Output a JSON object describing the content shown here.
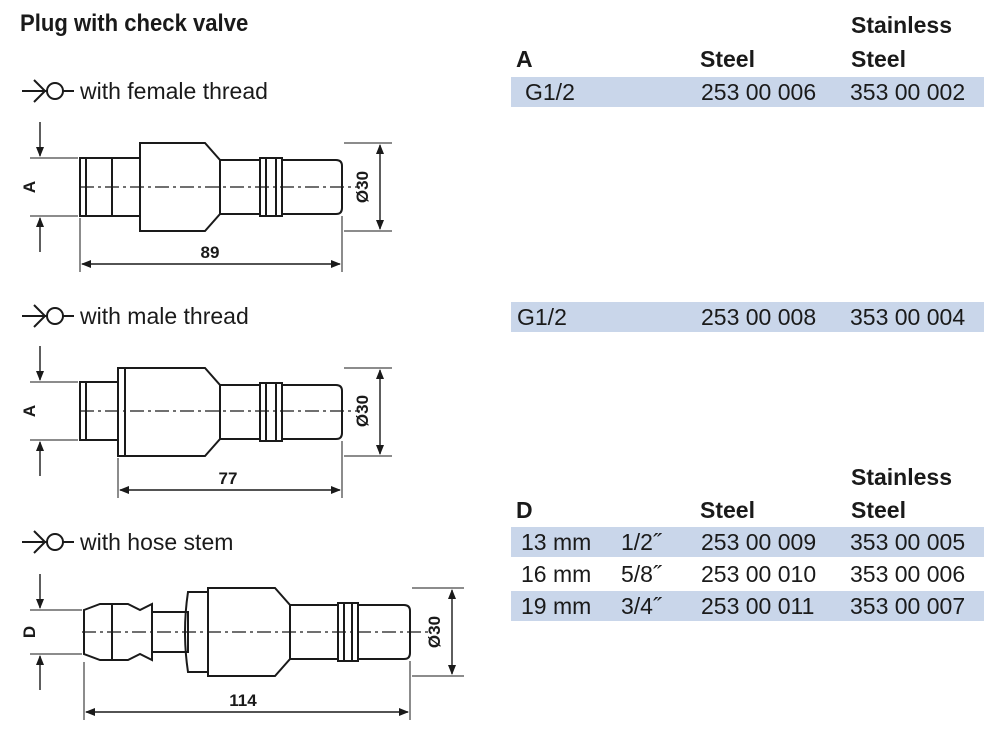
{
  "title": "Plug with check valve",
  "variants": {
    "female": {
      "label": "with female thread",
      "length": "89",
      "thread": "A",
      "diameter": "Ø30"
    },
    "male": {
      "label": "with male thread",
      "length": "77",
      "thread": "A",
      "diameter": "Ø30"
    },
    "hose": {
      "label": "with hose stem",
      "length": "114",
      "thread": "D",
      "diameter": "Ø30"
    }
  },
  "table1": {
    "header": {
      "col_a": "A",
      "steel": "Steel",
      "stainless_1": "Stainless",
      "stainless_2": "Steel"
    },
    "rows": [
      {
        "size": "G1/2",
        "steel": "253 00 006",
        "stainless": "353 00 002"
      }
    ]
  },
  "table2": {
    "rows": [
      {
        "size": "G1/2",
        "steel": "253 00 008",
        "stainless": "353 00 004"
      }
    ]
  },
  "table3": {
    "header": {
      "col_d": "D",
      "steel": "Steel",
      "stainless_1": "Stainless",
      "stainless_2": "Steel"
    },
    "rows": [
      {
        "mm": "13 mm",
        "inch": "1/2˝",
        "steel": "253 00 009",
        "stainless": "353 00 005"
      },
      {
        "mm": "16 mm",
        "inch": "5/8˝",
        "steel": "253 00 010",
        "stainless": "353 00 006"
      },
      {
        "mm": "19 mm",
        "inch": "3/4˝",
        "steel": "253 00 011",
        "stainless": "353 00 007"
      }
    ]
  }
}
